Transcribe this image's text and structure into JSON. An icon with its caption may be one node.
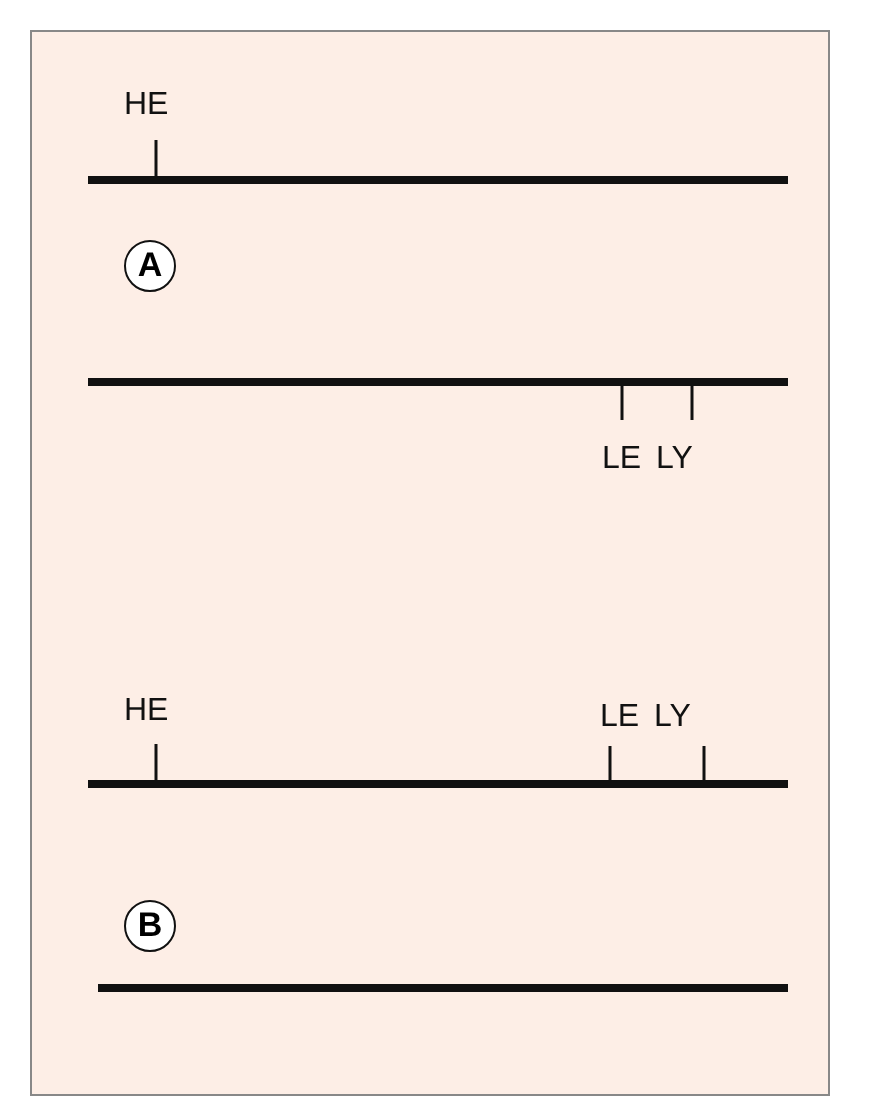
{
  "diagram": {
    "nodes": [
      {
        "text": [
          "A"
        ]
      },
      {
        "text": [
          "B"
        ]
      }
    ],
    "labels": [
      "HE",
      "LE",
      "LY",
      "HE",
      "LE",
      "LY"
    ]
  }
}
